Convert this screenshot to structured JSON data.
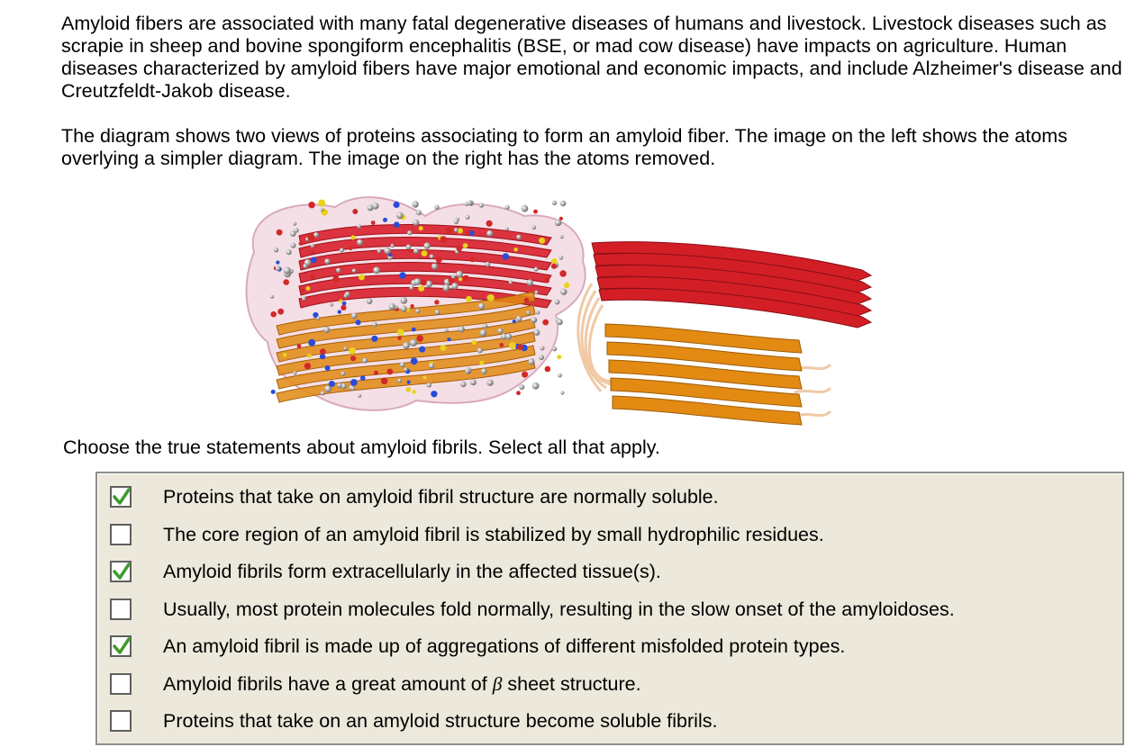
{
  "intro": {
    "paragraph_1": "Amyloid fibers are associated with many fatal degenerative diseases of humans and livestock. Livestock diseases such as scrapie in sheep and bovine spongiform encephalitis (BSE, or mad cow disease) have impacts on agriculture. Human diseases characterized by amyloid fibers have major emotional and economic impacts, and include Alzheimer's disease and Creutzfeldt-Jakob disease.",
    "paragraph_2": "The diagram shows two views of proteins associating to form an amyloid fiber. The image on the left shows the atoms overlying a simpler diagram. The image on the right has the atoms removed."
  },
  "figure": {
    "left_sheet_colors": [
      "#d8202c",
      "#e08a12"
    ],
    "right_sheet_colors": [
      "#d31e26",
      "#e38a12"
    ]
  },
  "question": {
    "prompt": "Choose the true statements about amyloid fibrils. Select all that apply.",
    "options": [
      {
        "text": "Proteins that take on amyloid fibril structure are normally soluble.",
        "checked": true
      },
      {
        "text": "The core region of an amyloid fibril is stabilized by small hydrophilic residues.",
        "checked": false
      },
      {
        "text": "Amyloid fibrils form extracellularly in the affected tissue(s).",
        "checked": true
      },
      {
        "text": "Usually, most protein molecules fold normally, resulting in the slow onset of the amyloidoses.",
        "checked": false
      },
      {
        "text": "An amyloid fibril is made up of aggregations of different misfolded protein types.",
        "checked": true
      },
      {
        "text_before": "Amyloid fibrils have a great amount of ",
        "symbol": "β",
        "text_after": " sheet structure.",
        "checked": false
      },
      {
        "text": "Proteins that take on an amyloid structure become soluble fibrils.",
        "checked": false
      }
    ],
    "check_color": "#3f9a2c"
  }
}
